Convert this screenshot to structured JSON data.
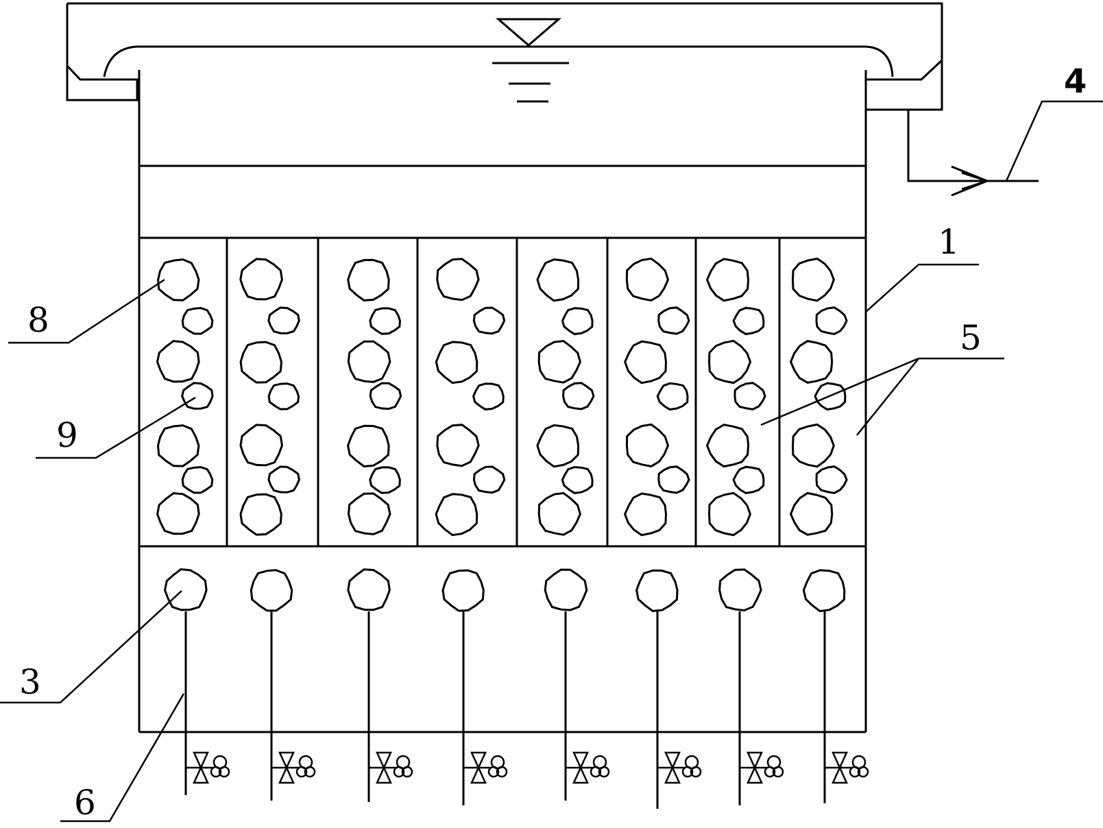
{
  "labels": {
    "l1": "1",
    "l3": "3",
    "l4": "4",
    "l5": "5",
    "l6": "6",
    "l8": "8",
    "l9": "9"
  },
  "components": {
    "vessel": "tank-body",
    "top_trough": "overflow-trough",
    "outlet": "effluent-outlet",
    "water_level": "water-level-symbol",
    "filter_columns": 8,
    "aerators": 8,
    "valves": 8
  },
  "colors": {
    "line": "#000000",
    "background": "#ffffff"
  }
}
